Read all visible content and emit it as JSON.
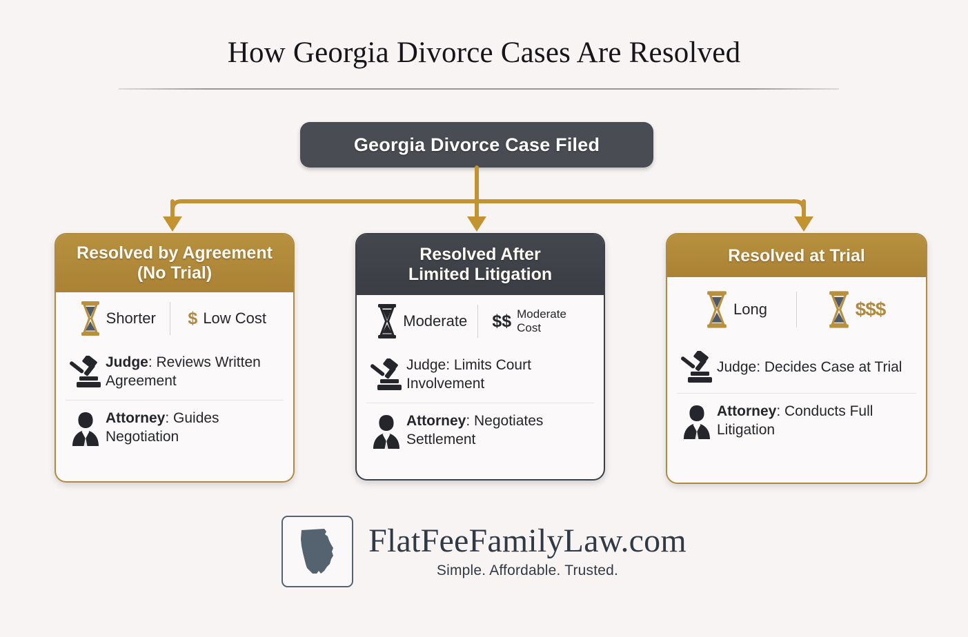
{
  "page": {
    "title": "How Georgia Divorce Cases Are Resolved",
    "background_color": "#f8f4f4",
    "accent_gold": "#b08a3e",
    "accent_dark": "#3e4149"
  },
  "root_node": {
    "label": "Georgia Divorce Case Filed"
  },
  "connector": {
    "color": "#c29330",
    "description": "gold elbow connectors from root node to three cards with arrowheads"
  },
  "cards": [
    {
      "id": "resolved-by-agreement",
      "theme": "gold",
      "header_lines": [
        "Resolved by Agreement",
        "(No Trial)"
      ],
      "metrics": {
        "duration": {
          "icon": "hourglass-icon",
          "icon_style": "gold",
          "label": "Shorter"
        },
        "cost": {
          "icon": "dollar-icon",
          "icon_style": "gold",
          "symbol": "$",
          "label": "Low Cost"
        }
      },
      "rows": [
        {
          "icon": "gavel-icon",
          "label": "Judge",
          "label_bold": true,
          "value": "Reviews Written Agreement"
        },
        {
          "icon": "attorney-icon",
          "label": "Attorney",
          "label_bold": true,
          "value": "Guides Negotiation"
        }
      ]
    },
    {
      "id": "resolved-after-limited-litigation",
      "theme": "dark",
      "header_lines": [
        "Resolved After",
        "Limited Litigation"
      ],
      "metrics": {
        "duration": {
          "icon": "hourglass-icon",
          "icon_style": "dark",
          "label": "Moderate"
        },
        "cost": {
          "icon": "dollar-icon",
          "icon_style": "dark",
          "symbol": "$$",
          "label": "Moderate Cost"
        }
      },
      "rows": [
        {
          "icon": "gavel-icon",
          "label": "Judge",
          "label_bold": false,
          "value": "Limits Court Involvement"
        },
        {
          "icon": "attorney-icon",
          "label": "Attorney",
          "label_bold": true,
          "value": "Negotiates Settlement"
        }
      ]
    },
    {
      "id": "resolved-at-trial",
      "theme": "gold",
      "header_lines": [
        "Resolved at Trial"
      ],
      "metrics": {
        "duration": {
          "icon": "hourglass-icon",
          "icon_style": "gold",
          "label": "Long"
        },
        "cost": {
          "icon": "hourglass-icon",
          "icon_style": "gold",
          "symbol": "$$$",
          "label": ""
        }
      },
      "rows": [
        {
          "icon": "gavel-icon",
          "label": "Judge",
          "label_bold": false,
          "value": "Decides Case at Trial"
        },
        {
          "icon": "attorney-icon",
          "label": "Attorney",
          "label_bold": true,
          "value": "Conducts Full Litigation"
        }
      ]
    }
  ],
  "footer": {
    "logo_icon": "georgia-state-outline-icon",
    "brand_name": "FlatFeeFamilyLaw.com",
    "tagline": "Simple. Affordable. Trusted."
  }
}
